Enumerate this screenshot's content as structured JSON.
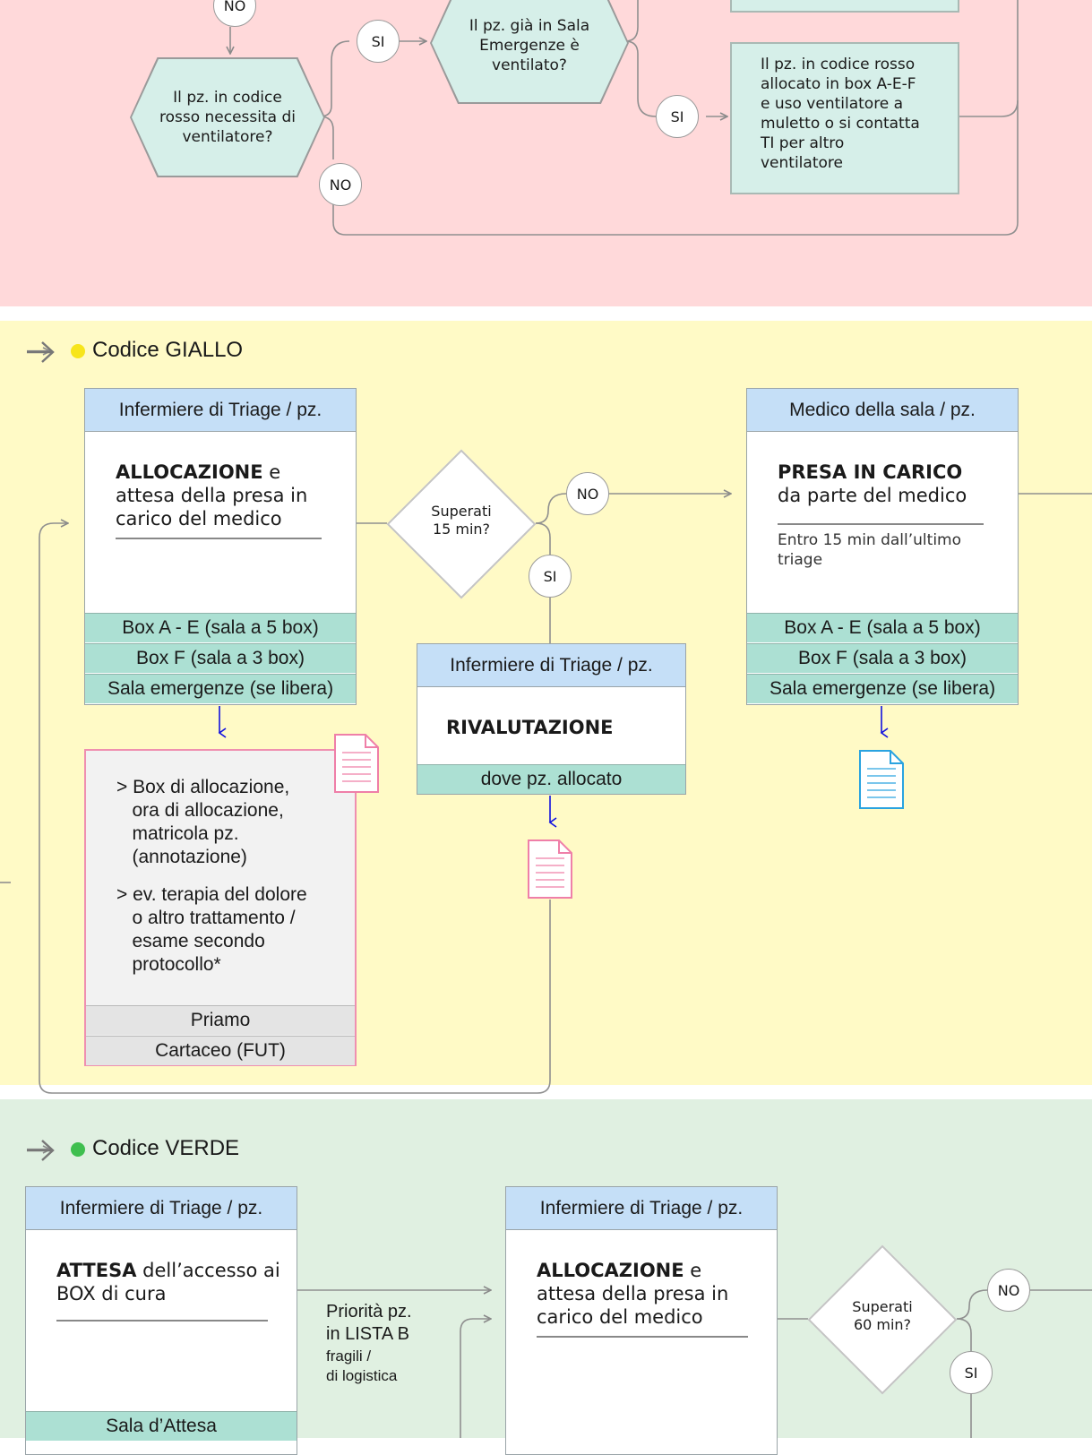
{
  "red_section": {
    "no_top": "NO",
    "si_1": "SI",
    "si_2": "SI",
    "no_bottom": "NO",
    "question_ventilator": "Il pz. in codice\nrosso necessita di\nventilatore?",
    "question_ventilated": "Il pz. già in Sala\nEmergenze è\nventilato?",
    "action_box": "Il pz. in codice rosso\nallocato in box A-E-F\ne  uso ventilatore a\nmuletto o si contatta\nTI per altro\nventilatore"
  },
  "yellow_section": {
    "title": "Codice GIALLO",
    "dot_color": "#f7e51b",
    "card_allocation": {
      "header": "Infermiere di Triage / pz.",
      "bold": "ALLOCAZIONE",
      "text_after_bold": " e",
      "lines": [
        "attesa della presa in",
        "carico del medico"
      ],
      "rows": [
        "Box A - E (sala a 5 box)",
        "Box F (sala a 3 box)",
        "Sala emergenze (se libera)"
      ]
    },
    "decision": {
      "line1": "Superati",
      "line2": "15 min?",
      "no": "NO",
      "si": "SI"
    },
    "card_medico": {
      "header": "Medico della sala / pz.",
      "bold": "PRESA IN CARICO",
      "line2": "da parte del medico",
      "note": "Entro 15 min dall’ultimo\ntriage",
      "rows": [
        "Box A - E (sala a 5 box)",
        "Box F (sala a 3 box)",
        "Sala emergenze (se libera)"
      ]
    },
    "card_rivalutazione": {
      "header": "Infermiere di Triage / pz.",
      "bold": "RIVALUTAZIONE",
      "row": "dove pz. allocato"
    },
    "note_box": {
      "bullet1": "> Box di allocazione,\n   ora di allocazione,\n   matricola pz.\n   (annotazione)",
      "bullet2": "> ev. terapia del dolore\n   o altro trattamento /\n   esame secondo\n   protocollo*",
      "rows": [
        "Priamo",
        "Cartaceo (FUT)"
      ]
    }
  },
  "green_section": {
    "title": "Codice VERDE",
    "dot_color": "#3fbf4f",
    "card_attesa": {
      "header": "Infermiere di Triage / pz.",
      "bold": "ATTESA",
      "text_after_bold": " dell’accesso ai",
      "line2": "BOX di cura",
      "row": "Sala d’Attesa"
    },
    "priority_label": {
      "line1": "Priorità pz.",
      "line2": "in LISTA B",
      "line3": "fragili /",
      "line4": "di logistica"
    },
    "card_allocation": {
      "header": "Infermiere di Triage / pz.",
      "bold": "ALLOCAZIONE",
      "text_after_bold": " e",
      "lines": [
        "attesa della presa in",
        "carico del medico"
      ]
    },
    "decision": {
      "line1": "Superati",
      "line2": "60 min?",
      "no": "NO",
      "si": "SI"
    }
  },
  "colors": {
    "red_band": "#ffd9da",
    "yellow_band": "#fffac6",
    "green_band": "#e0f0e1",
    "card_header": "#c5dff7",
    "card_footer": "#ace0d3",
    "teal_node": "#d6efe9",
    "arrow_blue": "#1010e0",
    "doc_pink": "#ef7fa8",
    "doc_blue": "#2aa3e0"
  }
}
